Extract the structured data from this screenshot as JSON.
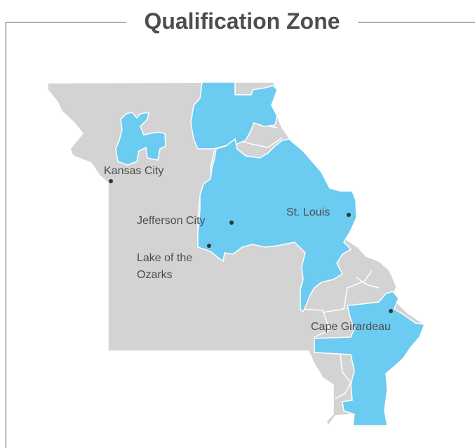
{
  "title": "Qualification Zone",
  "colors": {
    "state_fill": "#d3d3d3",
    "zone_fill": "#6ccbf1",
    "border": "#ffffff",
    "text": "#4d4d4d"
  },
  "map": {
    "region": "Missouri",
    "legend": "none"
  },
  "cities": [
    {
      "name": "Kansas City"
    },
    {
      "name": "Jefferson City"
    },
    {
      "name": "St. Louis"
    },
    {
      "name": "Lake of the",
      "name_line2": "Ozarks"
    },
    {
      "name": "Cape Girardeau"
    }
  ]
}
